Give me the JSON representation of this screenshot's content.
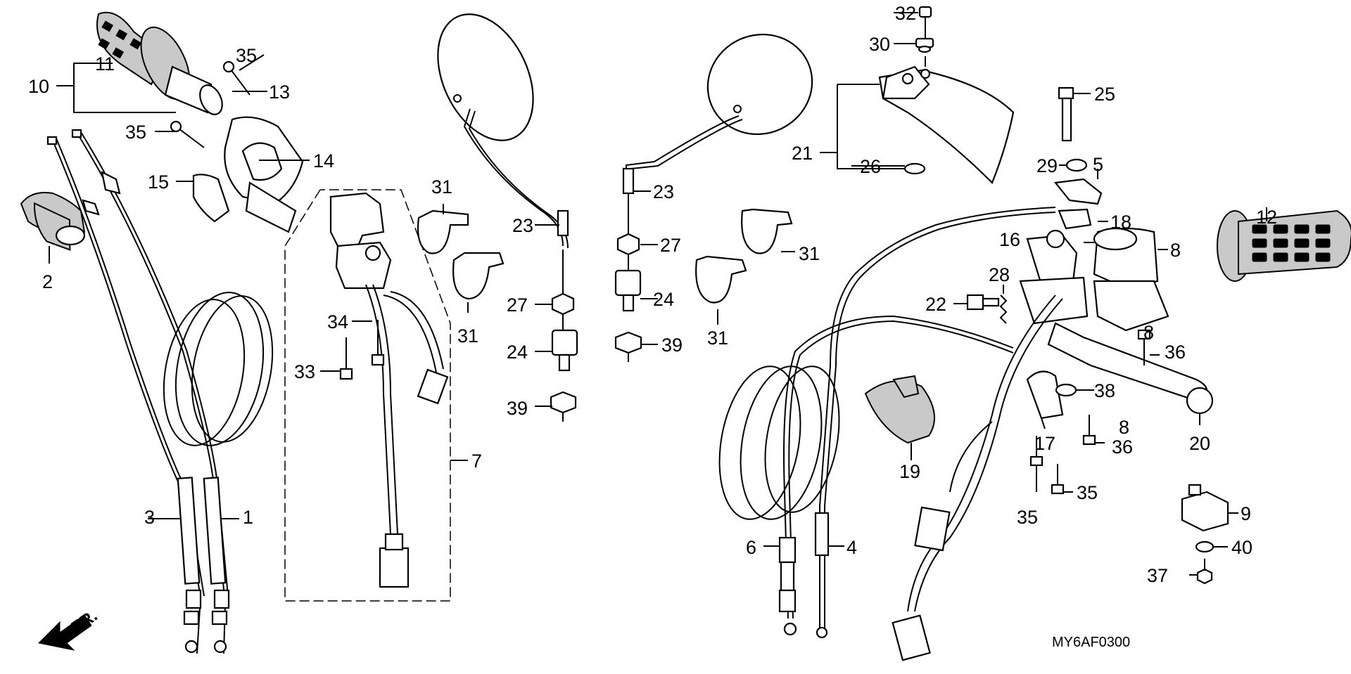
{
  "diagram_code": "MY6AF0300",
  "direction_label": "FR.",
  "callouts": [
    {
      "id": "c1",
      "text": "1"
    },
    {
      "id": "c2",
      "text": "2"
    },
    {
      "id": "c3",
      "text": "3"
    },
    {
      "id": "c4",
      "text": "4"
    },
    {
      "id": "c5",
      "text": "5"
    },
    {
      "id": "c6",
      "text": "6"
    },
    {
      "id": "c7",
      "text": "7"
    },
    {
      "id": "c8a",
      "text": "8"
    },
    {
      "id": "c8b",
      "text": "8"
    },
    {
      "id": "c8c",
      "text": "8"
    },
    {
      "id": "c9",
      "text": "9"
    },
    {
      "id": "c10",
      "text": "10"
    },
    {
      "id": "c11",
      "text": "11"
    },
    {
      "id": "c12",
      "text": "12"
    },
    {
      "id": "c13",
      "text": "13"
    },
    {
      "id": "c14",
      "text": "14"
    },
    {
      "id": "c15",
      "text": "15"
    },
    {
      "id": "c16",
      "text": "16"
    },
    {
      "id": "c17",
      "text": "17"
    },
    {
      "id": "c18",
      "text": "18"
    },
    {
      "id": "c19",
      "text": "19"
    },
    {
      "id": "c20",
      "text": "20"
    },
    {
      "id": "c21",
      "text": "21"
    },
    {
      "id": "c22",
      "text": "22"
    },
    {
      "id": "c23a",
      "text": "23"
    },
    {
      "id": "c23b",
      "text": "23"
    },
    {
      "id": "c24a",
      "text": "24"
    },
    {
      "id": "c24b",
      "text": "24"
    },
    {
      "id": "c25",
      "text": "25"
    },
    {
      "id": "c26",
      "text": "26"
    },
    {
      "id": "c27a",
      "text": "27"
    },
    {
      "id": "c27b",
      "text": "27"
    },
    {
      "id": "c28",
      "text": "28"
    },
    {
      "id": "c29",
      "text": "29"
    },
    {
      "id": "c30",
      "text": "30"
    },
    {
      "id": "c31a",
      "text": "31"
    },
    {
      "id": "c31b",
      "text": "31"
    },
    {
      "id": "c31c",
      "text": "31"
    },
    {
      "id": "c31d",
      "text": "31"
    },
    {
      "id": "c32",
      "text": "32"
    },
    {
      "id": "c33",
      "text": "33"
    },
    {
      "id": "c34",
      "text": "34"
    },
    {
      "id": "c35a",
      "text": "35"
    },
    {
      "id": "c35b",
      "text": "35"
    },
    {
      "id": "c35c",
      "text": "35"
    },
    {
      "id": "c35d",
      "text": "35"
    },
    {
      "id": "c36a",
      "text": "36"
    },
    {
      "id": "c36b",
      "text": "36"
    },
    {
      "id": "c37",
      "text": "37"
    },
    {
      "id": "c38",
      "text": "38"
    },
    {
      "id": "c39a",
      "text": "39"
    },
    {
      "id": "c39b",
      "text": "39"
    },
    {
      "id": "c40",
      "text": "40"
    }
  ]
}
